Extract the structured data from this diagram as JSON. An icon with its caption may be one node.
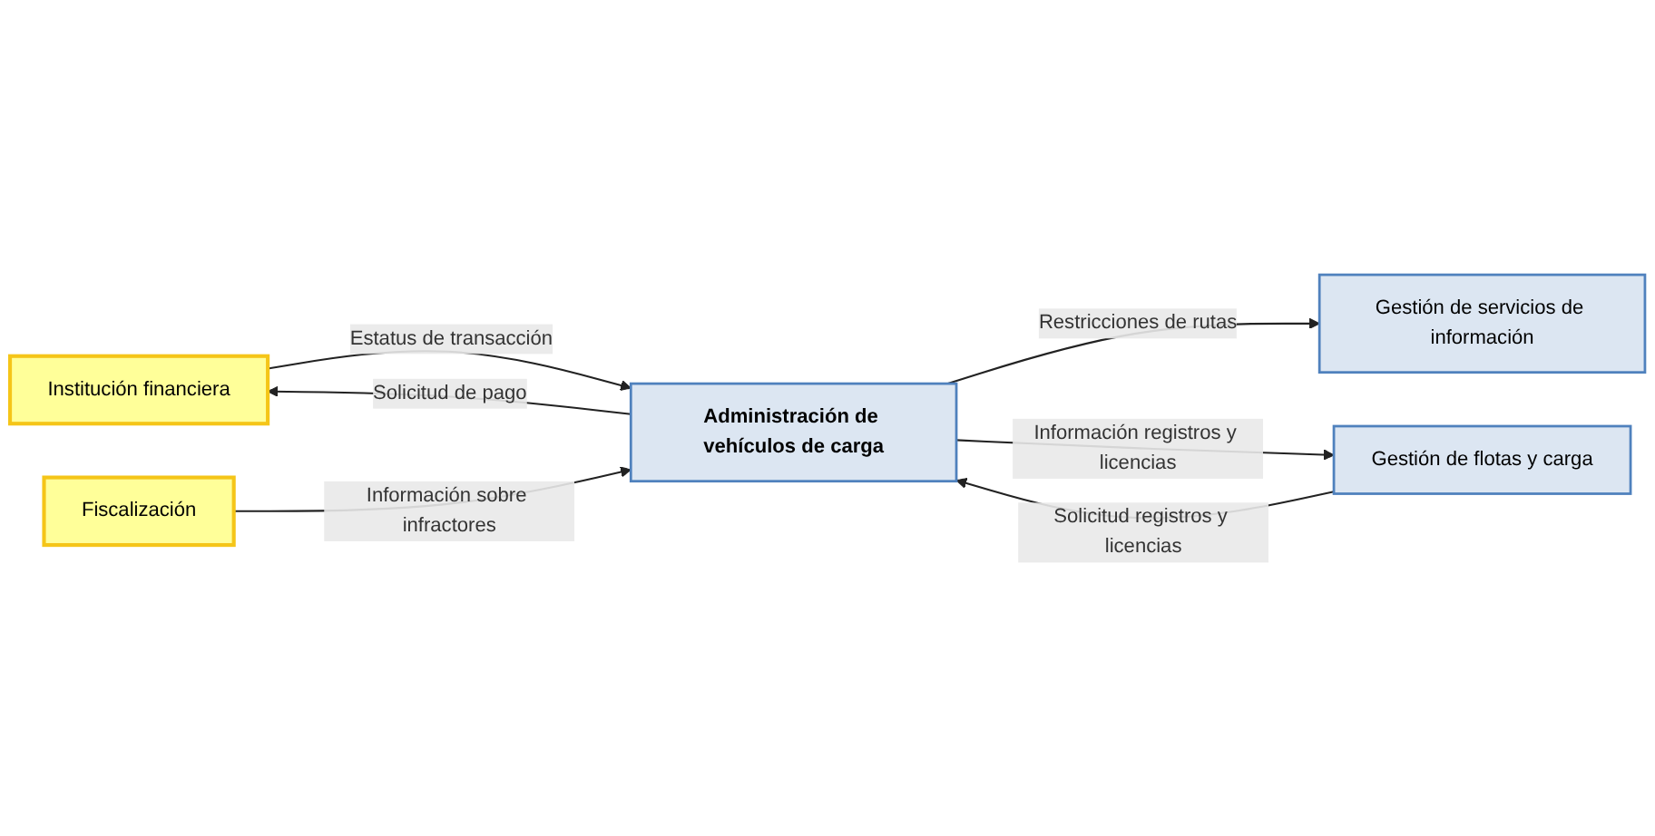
{
  "diagram": {
    "nodes": [
      {
        "text": [
          "Institución financiera"
        ]
      },
      {
        "text": [
          "Administración de vehículos de carga"
        ]
      },
      {
        "text": [
          "Gestión de servicios de información"
        ]
      },
      {
        "text": [
          "Gestión de flotas y carga"
        ]
      },
      {
        "text": [
          "Fiscalización"
        ]
      }
    ],
    "edges": [
      {
        "from": 0,
        "to": 1,
        "arrow": "to",
        "label": "Estatus de transacción"
      },
      {
        "from": 1,
        "to": 0,
        "arrow": "to",
        "label": "Solicitud de pago"
      },
      {
        "from": 1,
        "to": 2,
        "arrow": "to",
        "label": "Restricciones de rutas"
      },
      {
        "from": 1,
        "to": 3,
        "arrow": "to",
        "label": "Información registros y licencias"
      },
      {
        "from": 3,
        "to": 1,
        "arrow": "to",
        "label": "Solicitud registros y licencias"
      },
      {
        "from": 4,
        "to": 1,
        "arrow": "to",
        "label": "Información sobre infractores"
      }
    ]
  }
}
